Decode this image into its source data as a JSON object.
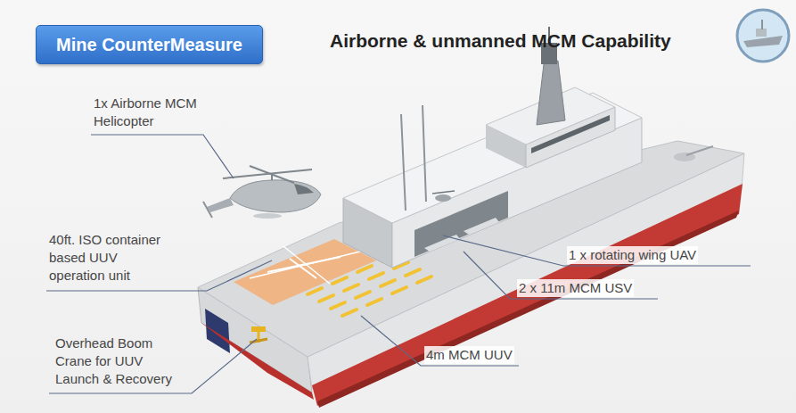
{
  "diagram": {
    "title": "Airborne & unmanned MCM Capability",
    "nodes": [
      {
        "text": [
          "Mine CounterMeasure"
        ]
      }
    ],
    "labels": [
      "1x Airborne MCM Helicopter",
      "40ft. ISO container based UUV operation unit",
      "Overhead Boom Crane for UUV Launch & Recovery",
      "1 x rotating wing UAV",
      "2 x 11m MCM USV",
      "4m MCM UUV"
    ]
  }
}
